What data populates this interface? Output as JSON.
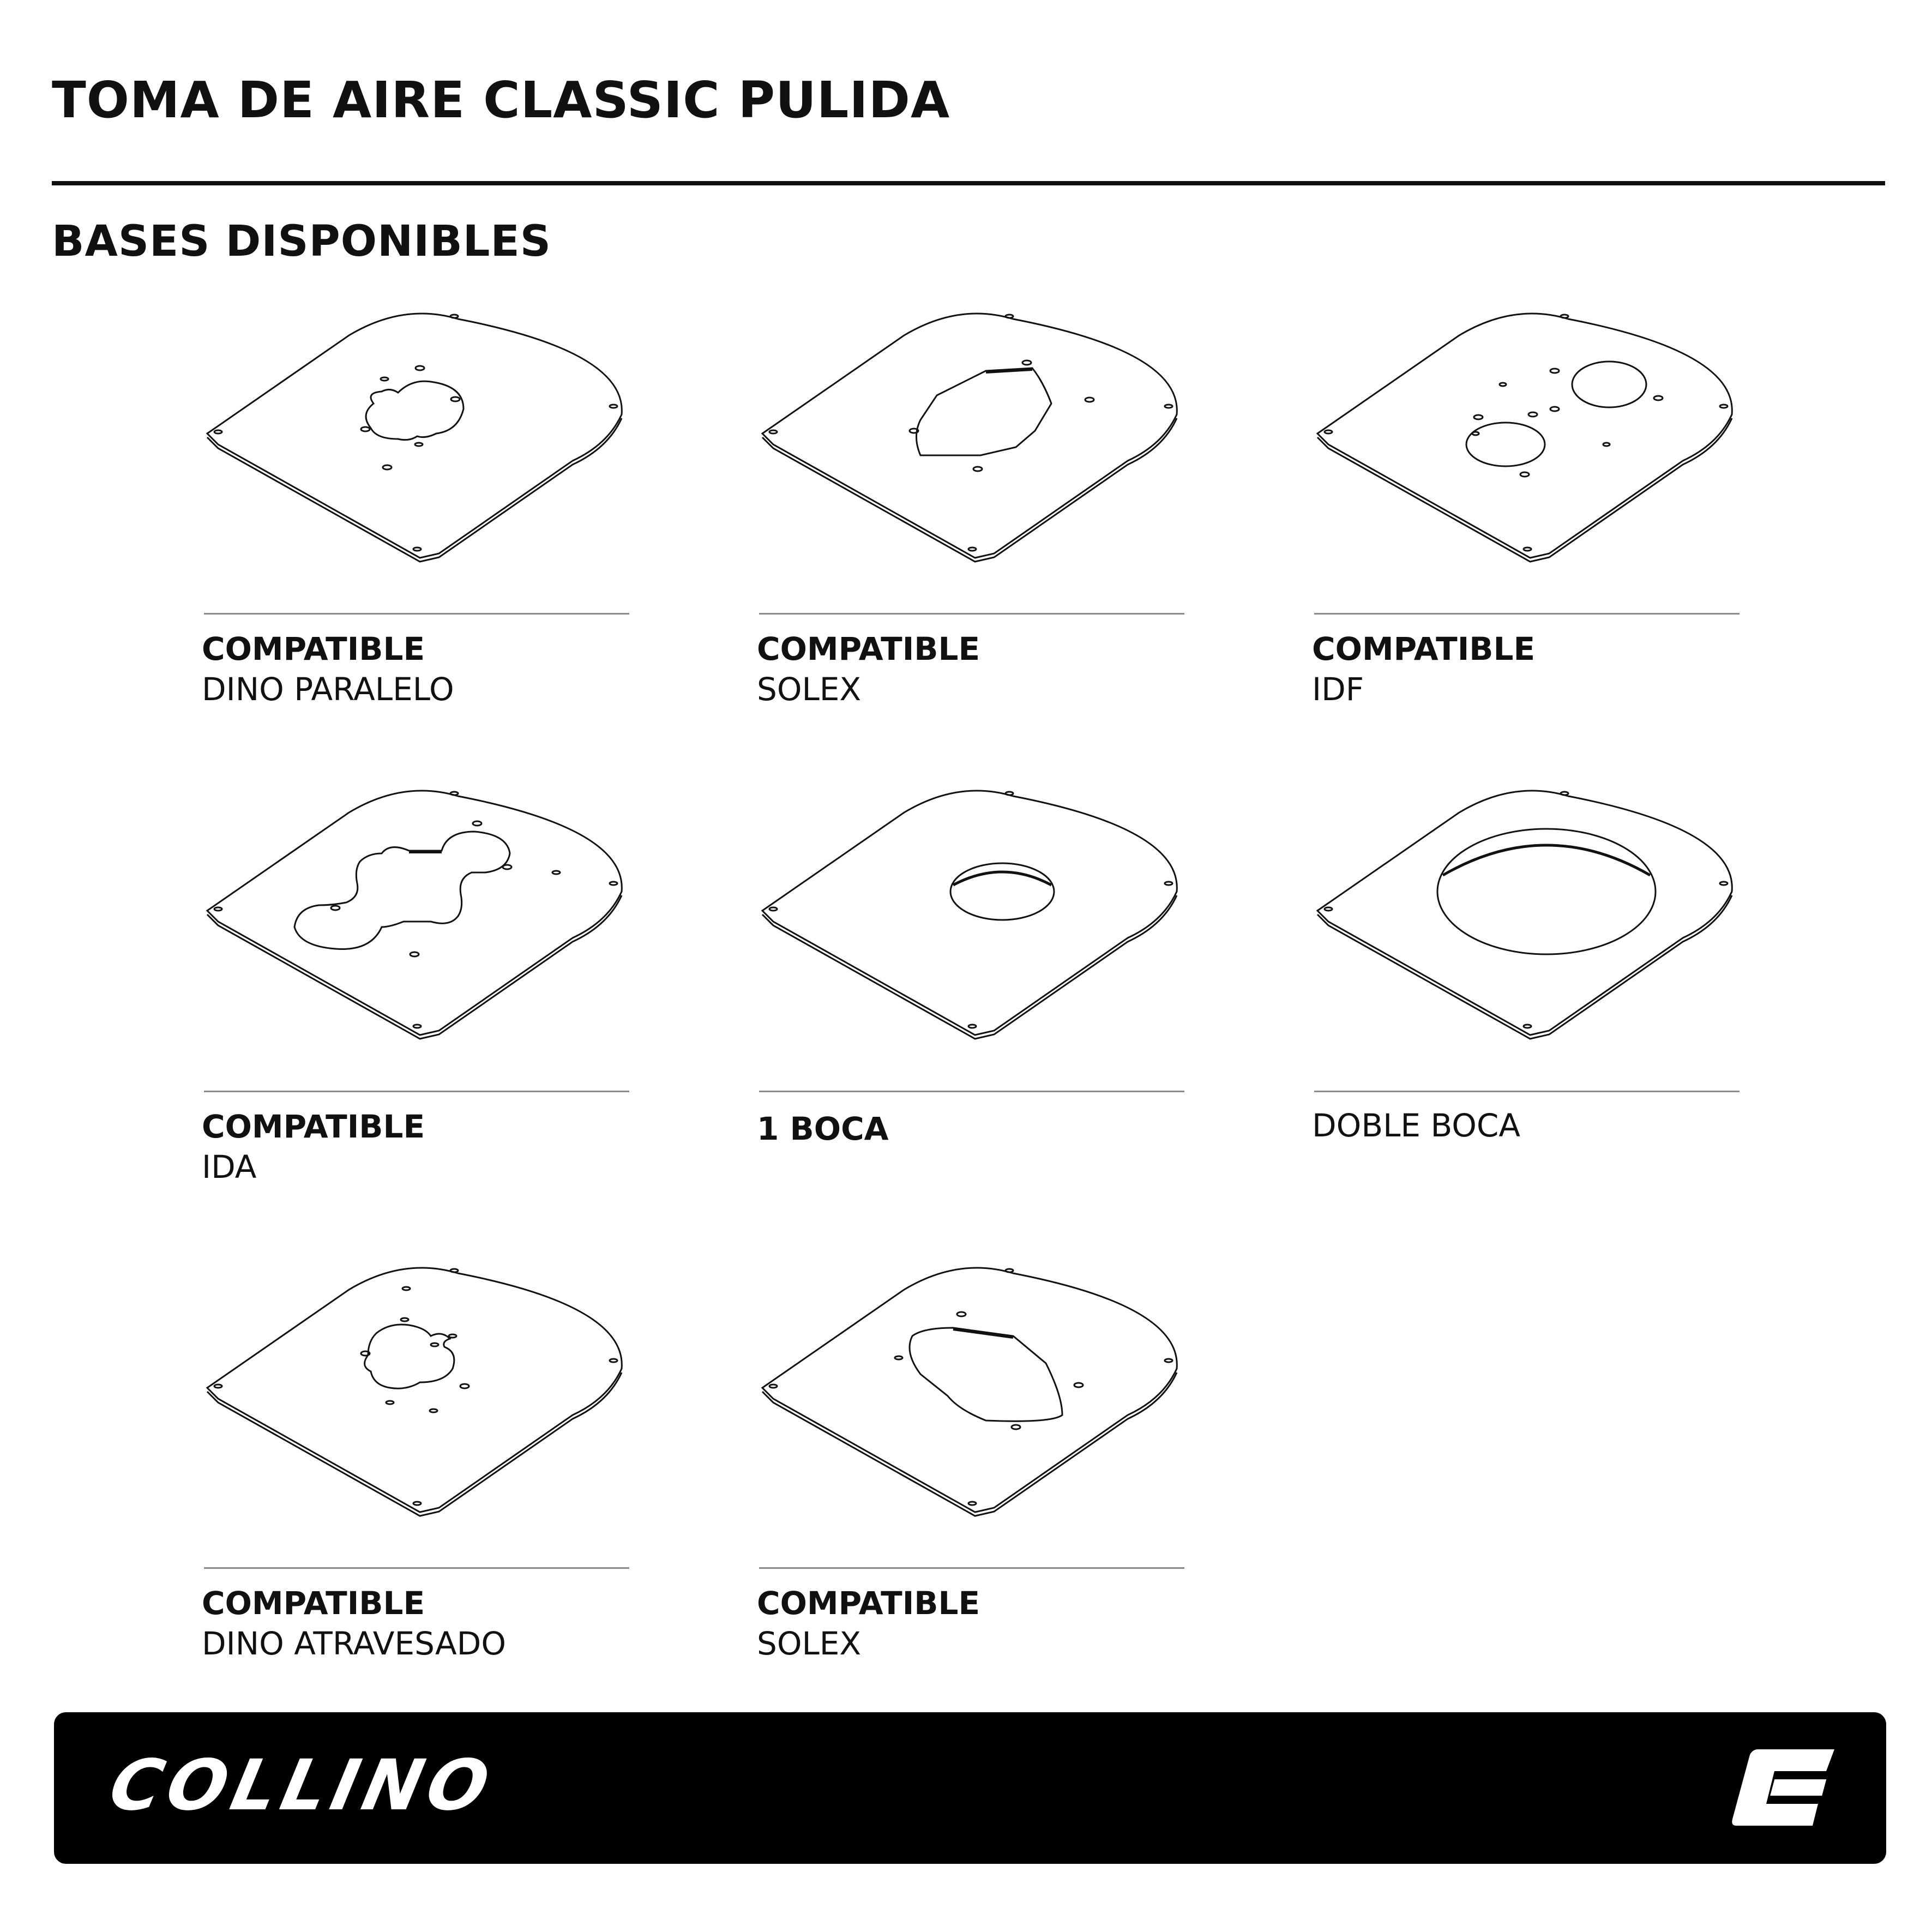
{
  "header": {
    "title": "TOMA DE AIRE CLASSIC PULIDA",
    "subtitle": "BASES DISPONIBLES"
  },
  "bases": [
    {
      "icon": "base-plate-dino-paralelo-icon",
      "bold": "COMPATIBLE",
      "regular": "DINO PARALELO"
    },
    {
      "icon": "base-plate-solex-icon",
      "bold": "COMPATIBLE",
      "regular": "SOLEX"
    },
    {
      "icon": "base-plate-idf-icon",
      "bold": "COMPATIBLE",
      "regular": "IDF"
    },
    {
      "icon": "base-plate-ida-icon",
      "bold": "COMPATIBLE",
      "regular": "IDA"
    },
    {
      "icon": "base-plate-1-boca-icon",
      "bold": "1 BOCA",
      "regular": ""
    },
    {
      "icon": "base-plate-doble-boca-icon",
      "bold": "",
      "regular": "DOBLE BOCA"
    },
    {
      "icon": "base-plate-dino-atravesado-icon",
      "bold": "COMPATIBLE",
      "regular": "DINO ATRAVESADO"
    },
    {
      "icon": "base-plate-solex-alt-icon",
      "bold": "COMPATIBLE",
      "regular": "SOLEX"
    }
  ],
  "footer": {
    "brand": "COLLINO",
    "icon": "collino-c-logo-icon",
    "background": "#000000",
    "text_color": "#ffffff"
  }
}
